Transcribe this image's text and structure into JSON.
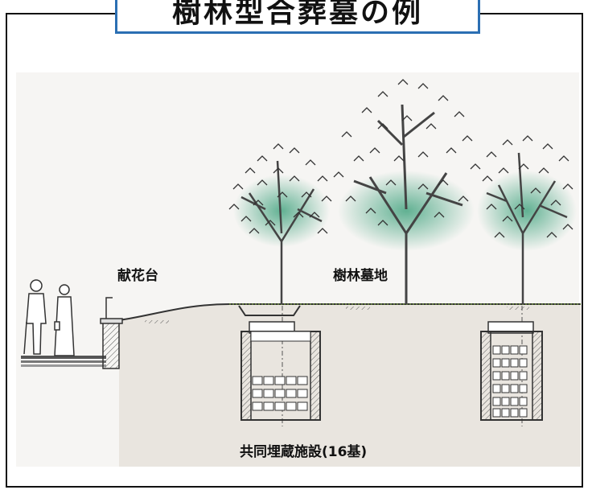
{
  "title": "樹林型合葬墓の例",
  "labels": {
    "offering_stand": "献花台",
    "tree_forest_grave": "樹林墓地",
    "shared_burial_facility": "共同埋蔵施設(16基)"
  },
  "colors": {
    "title_border": "#2b6fb3",
    "foliage_tint": "#2f9a72",
    "ground": "#e9e5df"
  }
}
